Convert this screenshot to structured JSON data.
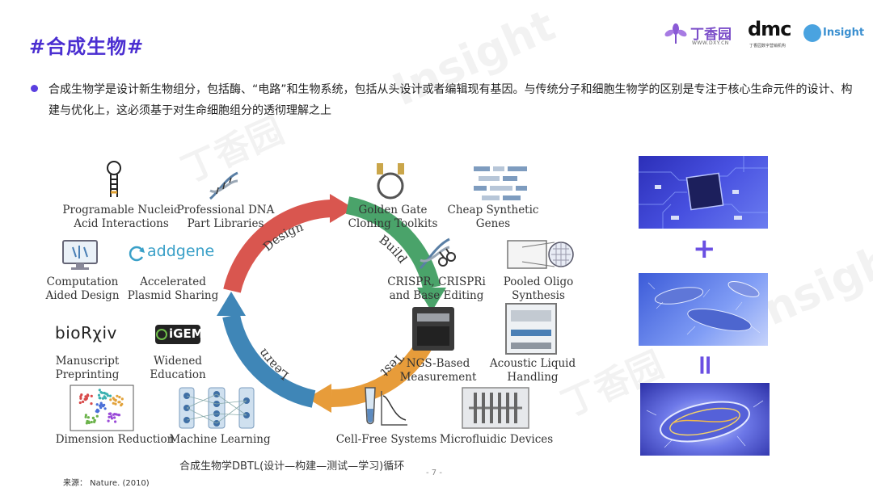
{
  "slide": {
    "title": "#合成生物#",
    "bullet": "合成生物学是设计新生物组分，包括酶、“电路”和生物系统，包括从头设计或者编辑现有基因。与传统分子和细胞生物学的区别是专注于核心生命元件的设计、构建与优化上，这必须基于对生命细胞组分的透彻理解之上",
    "caption": "合成生物学DBTL(设计—构建—测试—学习)循环",
    "page_number": "- 7 -",
    "source": "来源：  Nature. (2010)"
  },
  "logos": {
    "dxy_name": "丁香园",
    "dxy_url": "WWW.DXY.CN",
    "dmc_mark": "dmc",
    "dmc_sub": "丁香园数字营销机构",
    "insight": "Insight",
    "watermark_1": "Insight",
    "watermark_2": "丁香园",
    "watermark_3": "Insight",
    "watermark_4": "丁香园"
  },
  "colors": {
    "title": "#4b2fd1",
    "design_arc": "#d9564f",
    "build_arc": "#4aa36a",
    "test_arc": "#e79c3a",
    "learn_arc": "#3f86b7"
  },
  "chart_data": {
    "type": "diagram",
    "cycle": [
      "Design",
      "Build",
      "Test",
      "Learn"
    ],
    "items": [
      {
        "stage": "Design",
        "line1": "Programable Nucleic",
        "line2": "Acid Interactions",
        "icon": "rna-hairpin-icon"
      },
      {
        "stage": "Design",
        "line1": "Professional DNA",
        "line2": "Part Libraries",
        "icon": "dna-helix-icon"
      },
      {
        "stage": "Design",
        "line1": "Computation",
        "line2": "Aided Design",
        "icon": "monitor-icon"
      },
      {
        "stage": "Design",
        "line1": "Accelerated",
        "line2": "Plasmid Sharing",
        "icon": "addgene-logo",
        "logo_text": "addgene"
      },
      {
        "stage": "Build",
        "line1": "Golden Gate",
        "line2": "Cloning Toolkits",
        "icon": "plasmid-icon"
      },
      {
        "stage": "Build",
        "line1": "Cheap Synthetic",
        "line2": "Genes",
        "icon": "gene-blocks-icon"
      },
      {
        "stage": "Build",
        "line1": "CRISPR, CRISPRi",
        "line2": "and Base Editing",
        "icon": "scissors-dna-icon"
      },
      {
        "stage": "Build",
        "line1": "Pooled Oligo",
        "line2": "Synthesis",
        "icon": "oligo-chip-icon"
      },
      {
        "stage": "Test",
        "line1": "NGS-Based",
        "line2": "Measurement",
        "icon": "sequencer-icon"
      },
      {
        "stage": "Test",
        "line1": "Acoustic Liquid",
        "line2": "Handling",
        "icon": "liquid-handler-icon"
      },
      {
        "stage": "Test",
        "line1": "Cell-Free Systems",
        "line2": "",
        "icon": "tube-graph-icon"
      },
      {
        "stage": "Test",
        "line1": "Microfluidic Devices",
        "line2": "",
        "icon": "microfluidic-icon"
      },
      {
        "stage": "Learn",
        "line1": "Manuscript",
        "line2": "Preprinting",
        "icon": "biorxiv-logo",
        "logo_text": "bioRχiv"
      },
      {
        "stage": "Learn",
        "line1": "Widened",
        "line2": "Education",
        "icon": "igem-logo",
        "logo_text": "iGEM"
      },
      {
        "stage": "Learn",
        "line1": "Dimension Reduction",
        "line2": "",
        "icon": "tsne-plot-icon"
      },
      {
        "stage": "Learn",
        "line1": "Machine Learning",
        "line2": "",
        "icon": "neural-network-icon"
      }
    ]
  },
  "side_images": [
    {
      "name": "circuit-chip-image",
      "operator": "+"
    },
    {
      "name": "bacteria-image",
      "operator": "="
    },
    {
      "name": "engineered-cell-image",
      "operator": ""
    }
  ]
}
